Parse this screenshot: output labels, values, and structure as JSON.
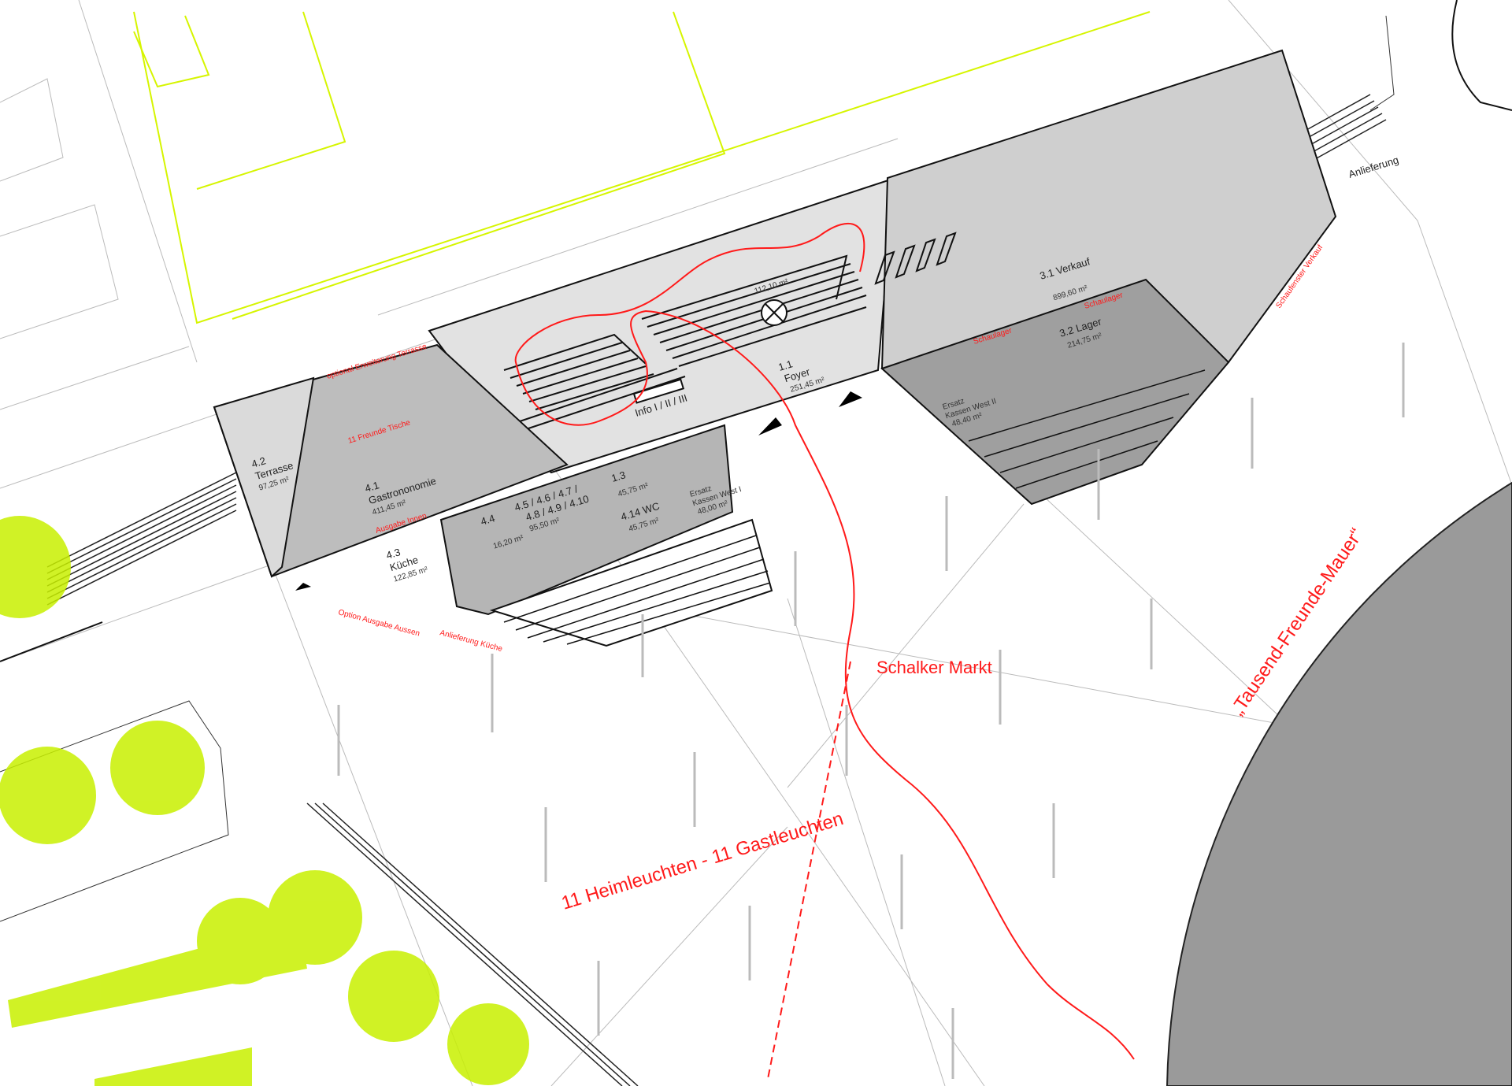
{
  "colors": {
    "building_light": "#d4d4d4",
    "building_dark": "#a8a8a8",
    "stadium": "#9a9a9a",
    "lime": "#d6f500",
    "tree": "#b6e600",
    "red": "#ff1a1a"
  },
  "rooms": {
    "terrasse": {
      "num": "4.2",
      "name": "Terrasse",
      "area": "97,25 m²"
    },
    "gastro": {
      "num": "4.1",
      "name": "Gastrononomie",
      "area": "411,45 m²"
    },
    "kueche": {
      "num": "4.3",
      "name": "Küche",
      "area": "122,85 m²"
    },
    "r44": {
      "num": "4.4",
      "area": "16,20 m²"
    },
    "r45": {
      "line1": "4.5 / 4.6 / 4.7 /",
      "line2": "4.8 / 4.9 / 4.10",
      "area": "95,50 m²"
    },
    "r13": {
      "num": "1.3",
      "area": "45,75 m²"
    },
    "wc": {
      "num": "4.14 WC",
      "area": "45,75 m²"
    },
    "kassen1": {
      "line1": "Ersatz",
      "line2": "Kassen West I",
      "area": "48,00 m²"
    },
    "info": {
      "name": "Info I / II / III"
    },
    "foyer": {
      "num": "1.1",
      "name": "Foyer",
      "area": "251,45 m²"
    },
    "tribune": {
      "area": "112,10 m²"
    },
    "verkauf": {
      "name": "3.1 Verkauf",
      "area": "899,60 m²"
    },
    "lager": {
      "name": "3.2 Lager",
      "area": "214,75 m²"
    },
    "kassen2": {
      "line1": "Ersatz",
      "line2": "Kassen West II",
      "area": "48,40 m²"
    }
  },
  "labels": {
    "anlieferung": "Anlieferung",
    "erweiterung": "optional Erweiterung Terrasse",
    "tische": "11 Freunde Tische",
    "ausgabe_innen": "Ausgabe Innen",
    "ausgabe_aussen": "Option Ausgabe Aussen",
    "anlieferung_kueche": "Anlieferung Küche",
    "schaulager": "Schaulager",
    "schaufenster": "Schaufenster Verkauf",
    "markt": "Schalker Markt",
    "leuchten": "11 Heimleuchten - 11 Gastleuchten",
    "mauer": "„Tausend-Freunde-Mauer“"
  }
}
